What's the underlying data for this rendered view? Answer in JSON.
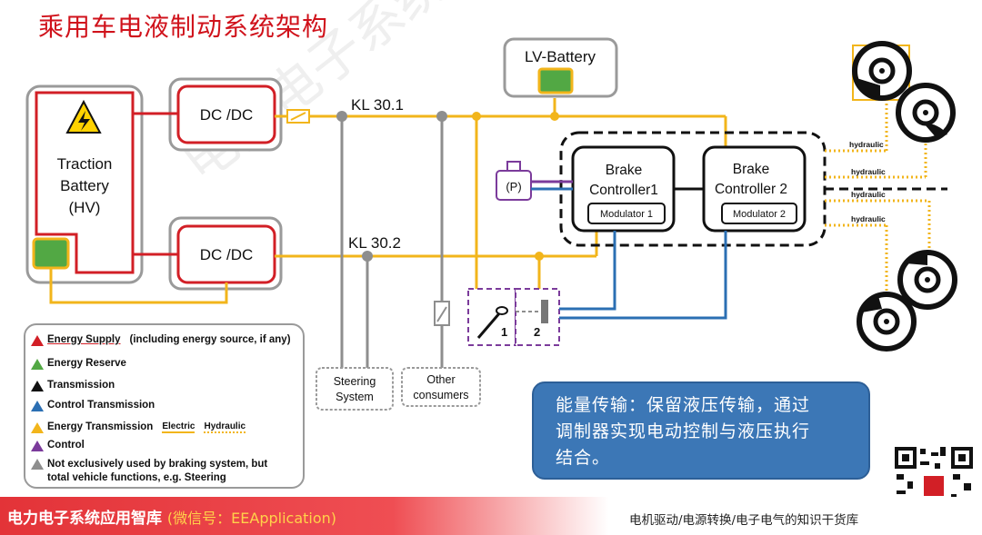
{
  "title": "乘用车电液制动系统架构",
  "diagram": {
    "traction_battery": [
      "Traction",
      "Battery",
      "(HV)"
    ],
    "dcdc_top": "DC /DC",
    "dcdc_bottom": "DC /DC",
    "kl301": "KL 30.1",
    "kl302": "KL 30.2",
    "lv_battery": "LV-Battery",
    "brake_controller_1": [
      "Brake",
      "Controller1"
    ],
    "modulator_1": "Modulator 1",
    "brake_controller_2": [
      "Brake",
      "Controller 2"
    ],
    "modulator_2": "Modulator 2",
    "parking_symbol": "(P)",
    "pedal_1": "1",
    "pedal_2": "2",
    "steering": [
      "Steering",
      "System"
    ],
    "other": [
      "Other",
      "consumers"
    ],
    "hydraulic_labels": [
      "hydraulic",
      "hydraulic",
      "hydraulic",
      "hydraulic"
    ]
  },
  "legend": {
    "items": [
      {
        "color": "#d21f26",
        "text": "Energy Supply",
        "extra": "(including energy source, if any)"
      },
      {
        "color": "#52a844",
        "text": "Energy Reserve"
      },
      {
        "color": "#111111",
        "text": "Transmission"
      },
      {
        "color": "#2b6fb3",
        "text": "Control Transmission"
      },
      {
        "color": "#f2b51b",
        "text": "Energy Transmission",
        "electric": "Electric",
        "hydraulic": "Hydraulic"
      },
      {
        "color": "#7b3b9b",
        "text": "Control"
      },
      {
        "color": "#8e8e8e",
        "text": "Not exclusively used by braking system, but",
        "text2": "total vehicle functions, e.g. Steering"
      }
    ]
  },
  "info_box": [
    "能量传输：保留液压传输，通过",
    "调制器实现电动控制与液压执行",
    "结合。"
  ],
  "watermark": "电力电子系统应用智库",
  "footer": {
    "brand": "电力电子系统应用智库",
    "wechat": "(微信号：EEApplication)",
    "slogan": "电机驱动/电源转换/电子电气的知识干货库"
  },
  "colors": {
    "energy_supply": "#d21f26",
    "energy_transmission": "#f2b51b",
    "control_transmission": "#2b6fb3",
    "shared": "#8e8e8e",
    "control": "#7b3b9b",
    "reserve": "#52a844"
  }
}
